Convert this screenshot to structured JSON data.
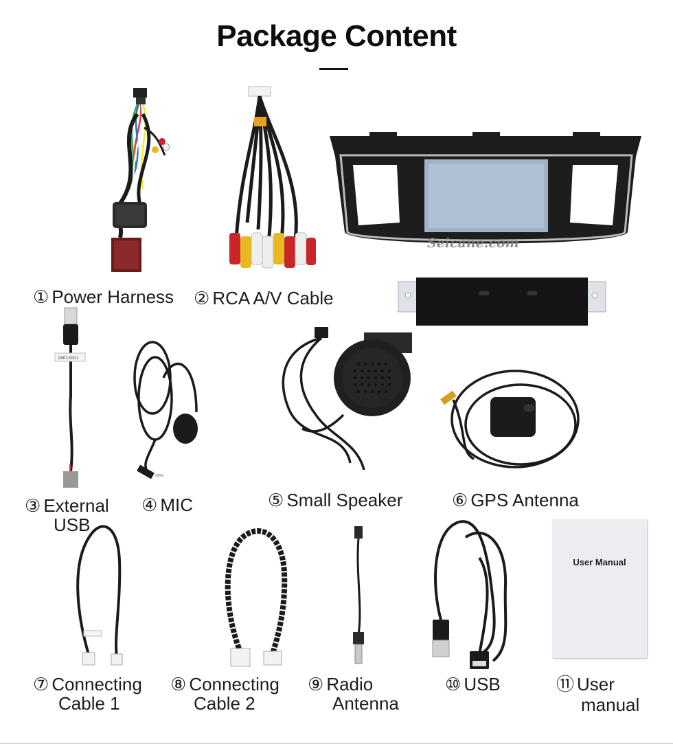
{
  "page": {
    "title": "Package Content"
  },
  "items": [
    {
      "num": "①",
      "line1": "Power Harness",
      "line2": ""
    },
    {
      "num": "②",
      "line1": "RCA A/V Cable",
      "line2": ""
    },
    {
      "num": "③",
      "line1": "External",
      "line2": "USB"
    },
    {
      "num": "④",
      "line1": "MIC",
      "line2": ""
    },
    {
      "num": "⑤",
      "line1": "Small Speaker",
      "line2": ""
    },
    {
      "num": "⑥",
      "line1": "GPS Antenna",
      "line2": ""
    },
    {
      "num": "⑦",
      "line1": "Connecting",
      "line2": "Cable 1"
    },
    {
      "num": "⑧",
      "line1": "Connecting",
      "line2": "Cable 2"
    },
    {
      "num": "⑨",
      "line1": "Radio",
      "line2": "Antenna"
    },
    {
      "num": "⑩",
      "line1": "USB",
      "line2": ""
    },
    {
      "num": "⑪",
      "line1": "User",
      "line2": "manual"
    }
  ],
  "watermark": "Seicane.com",
  "manual_cover_title": "User Manual",
  "usb_tag_text": "18013001",
  "colors": {
    "cable": "#1b1b1b",
    "rca_red": "#c8262b",
    "rca_yellow": "#e8b820",
    "rca_white": "#eeeeee",
    "screen": "#9fb3c8",
    "manual_cover": "#ecedf1"
  }
}
